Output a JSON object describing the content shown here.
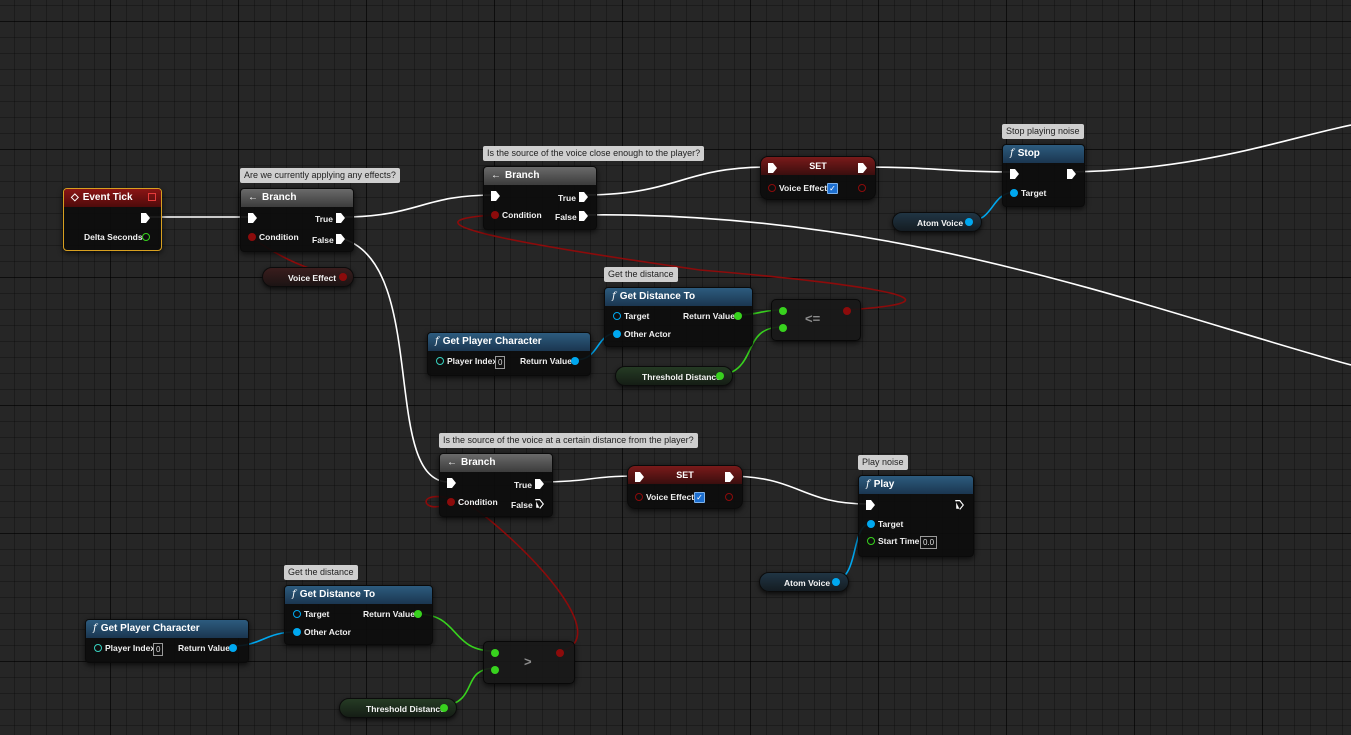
{
  "colors": {
    "exec": "#ffffff",
    "bool": "#8c0b0b",
    "object": "#00a8f0",
    "float": "#38d21e"
  },
  "nodes": {
    "event_tick": {
      "title": "Event Tick",
      "delta": "Delta Seconds"
    },
    "branch1": {
      "comment": "Are we currently applying any effects?",
      "title": "Branch",
      "condition": "Condition",
      "true": "True",
      "false": "False"
    },
    "voice_effect_var": {
      "label": "Voice Effect"
    },
    "branch2": {
      "comment": "Is the source of the voice close enough to the player?",
      "title": "Branch",
      "condition": "Condition",
      "true": "True",
      "false": "False"
    },
    "set1": {
      "title": "SET",
      "label": "Voice Effect",
      "checked": true
    },
    "stop": {
      "comment": "Stop playing noise",
      "title": "Stop",
      "target": "Target"
    },
    "atom_voice_1": {
      "label": "Atom Voice"
    },
    "get_distance_1": {
      "comment": "Get the distance",
      "title": "Get Distance To",
      "target": "Target",
      "other": "Other Actor",
      "ret": "Return Value"
    },
    "get_player_1": {
      "title": "Get Player Character",
      "index_label": "Player Index",
      "index_value": "0",
      "ret": "Return Value"
    },
    "le": {
      "symbol": "<="
    },
    "threshold_1": {
      "label": "Threshold Distance"
    },
    "branch3": {
      "comment": "Is the source of the voice at a certain distance from the player?",
      "title": "Branch",
      "condition": "Condition",
      "true": "True",
      "false": "False"
    },
    "set2": {
      "title": "SET",
      "label": "Voice Effect",
      "checked": true
    },
    "play": {
      "comment": "Play noise",
      "title": "Play",
      "target": "Target",
      "start_time": "Start Time",
      "start_value": "0.0"
    },
    "atom_voice_2": {
      "label": "Atom Voice"
    },
    "get_distance_2": {
      "comment": "Get the distance",
      "title": "Get Distance To",
      "target": "Target",
      "other": "Other Actor",
      "ret": "Return Value"
    },
    "get_player_2": {
      "title": "Get Player Character",
      "index_label": "Player Index",
      "index_value": "0",
      "ret": "Return Value"
    },
    "gt": {
      "symbol": ">"
    },
    "threshold_2": {
      "label": "Threshold Distance"
    }
  }
}
